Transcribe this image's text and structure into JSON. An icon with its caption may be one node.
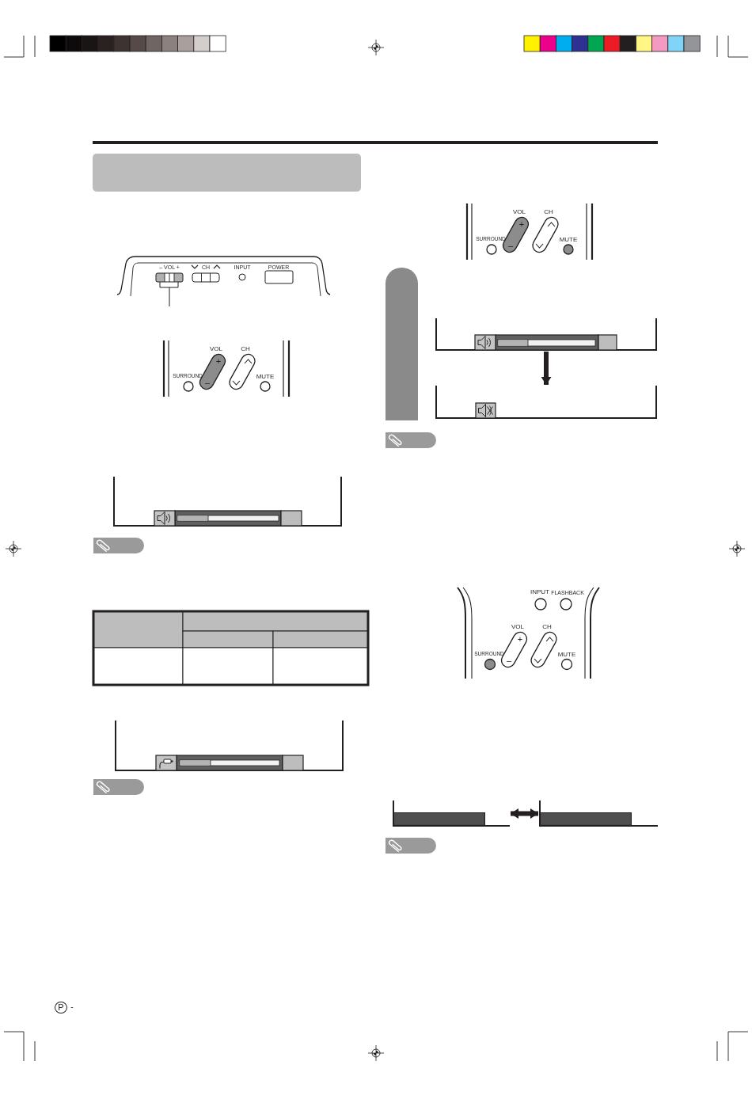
{
  "diagram": {
    "nodes": [
      {
        "text": [],
        "shape": "band"
      },
      {
        "text": [],
        "shape": "box"
      },
      {
        "text": [],
        "shape": "box"
      },
      {
        "text": [],
        "shape": "tab"
      },
      {
        "text": [],
        "shape": "box"
      },
      {
        "text": [],
        "shape": "box"
      },
      {
        "text": [],
        "shape": "box"
      },
      {
        "text": [],
        "shape": "box"
      }
    ],
    "edges": [
      {
        "from": 4,
        "to": 5,
        "arrow": "to"
      },
      {
        "from": 6,
        "to": 7,
        "arrow": "both"
      }
    ],
    "labels": [
      "– VOL +",
      "CH",
      "INPUT",
      "POWER",
      "VOL",
      "CH",
      "+",
      "SURROUND",
      "MUTE",
      "–",
      "VOL",
      "CH",
      "+",
      "SURROUND",
      "MUTE",
      "–",
      "INPUT",
      "FLASHBACK",
      "VOL",
      "CH",
      "+",
      "SURROUND",
      "MUTE",
      "–",
      "P",
      "-"
    ]
  }
}
